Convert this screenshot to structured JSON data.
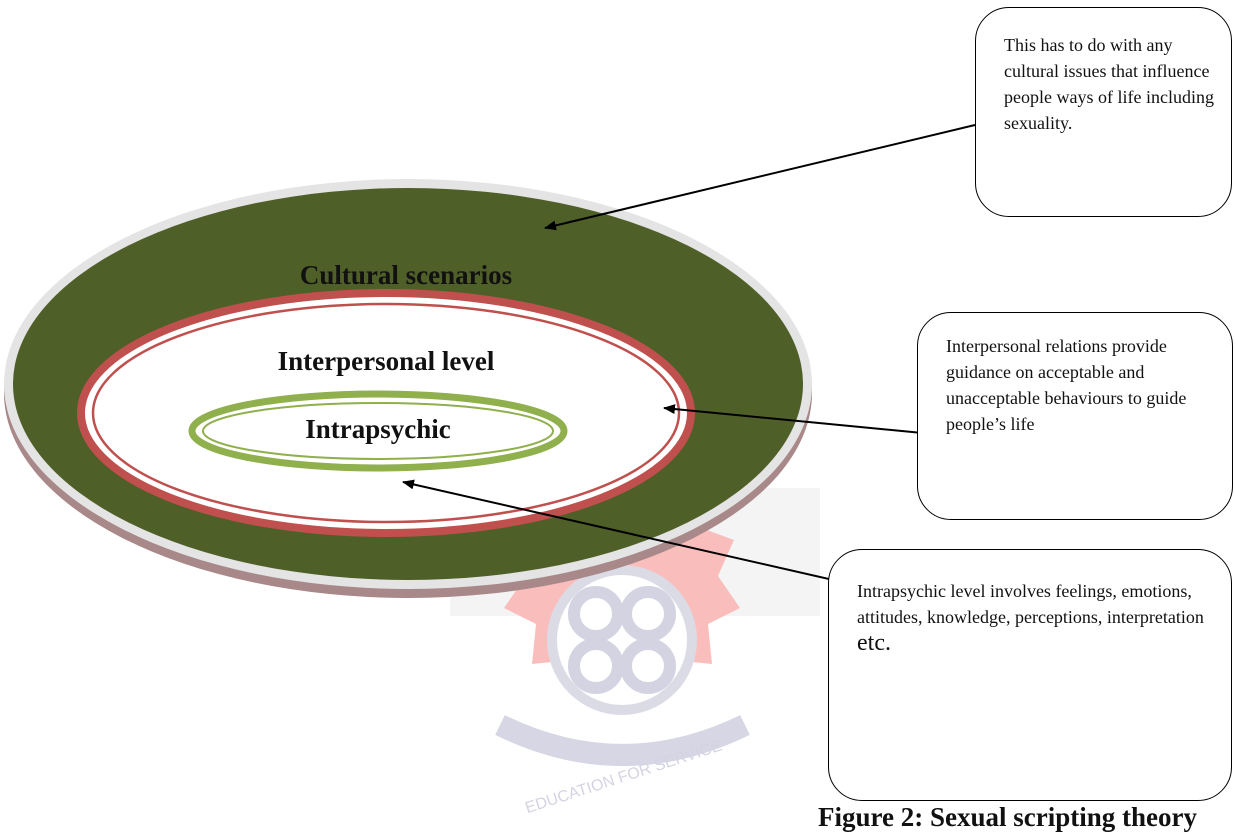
{
  "rings": {
    "cultural": {
      "label": "Cultural scenarios",
      "color": "#4f5f28"
    },
    "interpersonal": {
      "label": "Interpersonal level",
      "color": "#c0504d"
    },
    "intrapsychic": {
      "label": "Intrapsychic",
      "color": "#8fb04d"
    }
  },
  "callouts": {
    "cultural": "This has to do with any cultural issues that influence people ways of life including sexuality.",
    "interpersonal": "Interpersonal relations provide guidance on acceptable and unacceptable behaviours to guide people’s life",
    "intrapsychic": "Intrapsychic level involves feelings, emotions, attitudes, knowledge, perceptions, interpretation",
    "intrapsychic_tail": "etc."
  },
  "watermark": {
    "motto": "EDUCATION FOR SERVICE",
    "color": "#ee2b24"
  },
  "caption": "Figure 2: Sexual scripting theory"
}
